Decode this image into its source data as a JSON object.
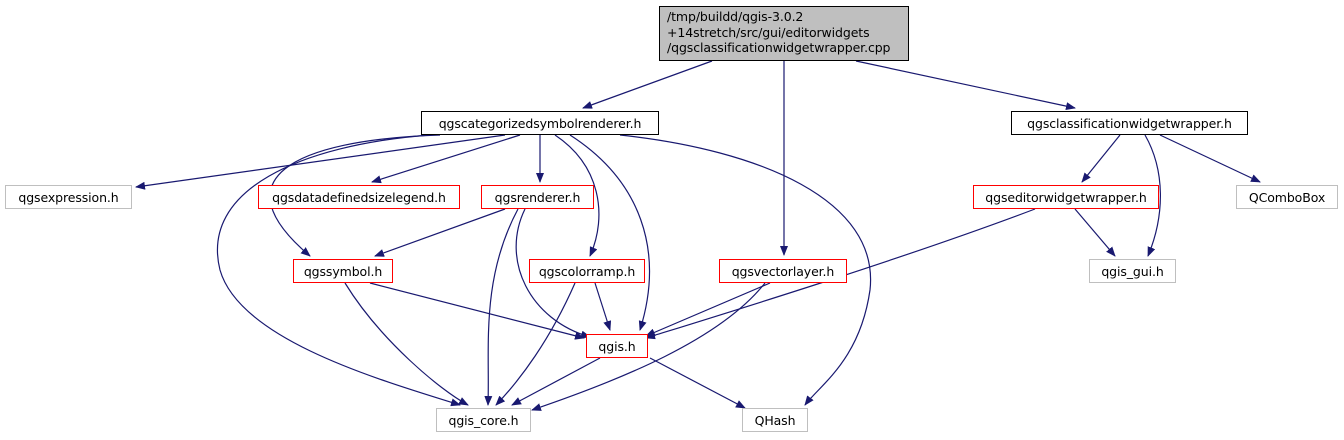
{
  "diagram": {
    "edge_color": "#191970",
    "nodes": {
      "root": {
        "label_lines": [
          "/tmp/buildd/qgis-3.0.2",
          "+14stretch/src/gui/editorwidgets",
          "/qgsclassificationwidgetwrapper.cpp"
        ],
        "style": "root"
      },
      "categorized": {
        "label": "qgscategorizedsymbolrenderer.h",
        "style": "black"
      },
      "classwrapper": {
        "label": "qgsclassificationwidgetwrapper.h",
        "style": "black"
      },
      "expression": {
        "label": "qgsexpression.h",
        "style": "gray"
      },
      "datadefined": {
        "label": "qgsdatadefinedsizelegend.h",
        "style": "red"
      },
      "renderer": {
        "label": "qgsrenderer.h",
        "style": "red"
      },
      "editorwrapper": {
        "label": "qgseditorwidgetwrapper.h",
        "style": "red"
      },
      "qcombobox": {
        "label": "QComboBox",
        "style": "gray"
      },
      "symbol": {
        "label": "qgssymbol.h",
        "style": "red"
      },
      "colorramp": {
        "label": "qgscolorramp.h",
        "style": "red"
      },
      "vectorlayer": {
        "label": "qgsvectorlayer.h",
        "style": "red"
      },
      "qgisgui": {
        "label": "qgis_gui.h",
        "style": "gray"
      },
      "qgis": {
        "label": "qgis.h",
        "style": "red"
      },
      "qgiscore": {
        "label": "qgis_core.h",
        "style": "gray"
      },
      "qhash": {
        "label": "QHash",
        "style": "gray"
      }
    },
    "edges": [
      [
        "root",
        "categorized"
      ],
      [
        "root",
        "vectorlayer"
      ],
      [
        "root",
        "classwrapper"
      ],
      [
        "categorized",
        "expression"
      ],
      [
        "categorized",
        "datadefined"
      ],
      [
        "categorized",
        "renderer"
      ],
      [
        "categorized",
        "symbol"
      ],
      [
        "categorized",
        "colorramp"
      ],
      [
        "categorized",
        "qgis"
      ],
      [
        "categorized",
        "qgiscore"
      ],
      [
        "categorized",
        "qhash"
      ],
      [
        "classwrapper",
        "editorwrapper"
      ],
      [
        "classwrapper",
        "qgisgui"
      ],
      [
        "classwrapper",
        "qcombobox"
      ],
      [
        "renderer",
        "symbol"
      ],
      [
        "renderer",
        "qgis"
      ],
      [
        "renderer",
        "qgiscore"
      ],
      [
        "editorwrapper",
        "qgisgui"
      ],
      [
        "editorwrapper",
        "qgis"
      ],
      [
        "symbol",
        "qgis"
      ],
      [
        "symbol",
        "qgiscore"
      ],
      [
        "colorramp",
        "qgis"
      ],
      [
        "colorramp",
        "qgiscore"
      ],
      [
        "vectorlayer",
        "qgis"
      ],
      [
        "vectorlayer",
        "qgiscore"
      ],
      [
        "qgis",
        "qgiscore"
      ],
      [
        "qgis",
        "qhash"
      ]
    ]
  }
}
